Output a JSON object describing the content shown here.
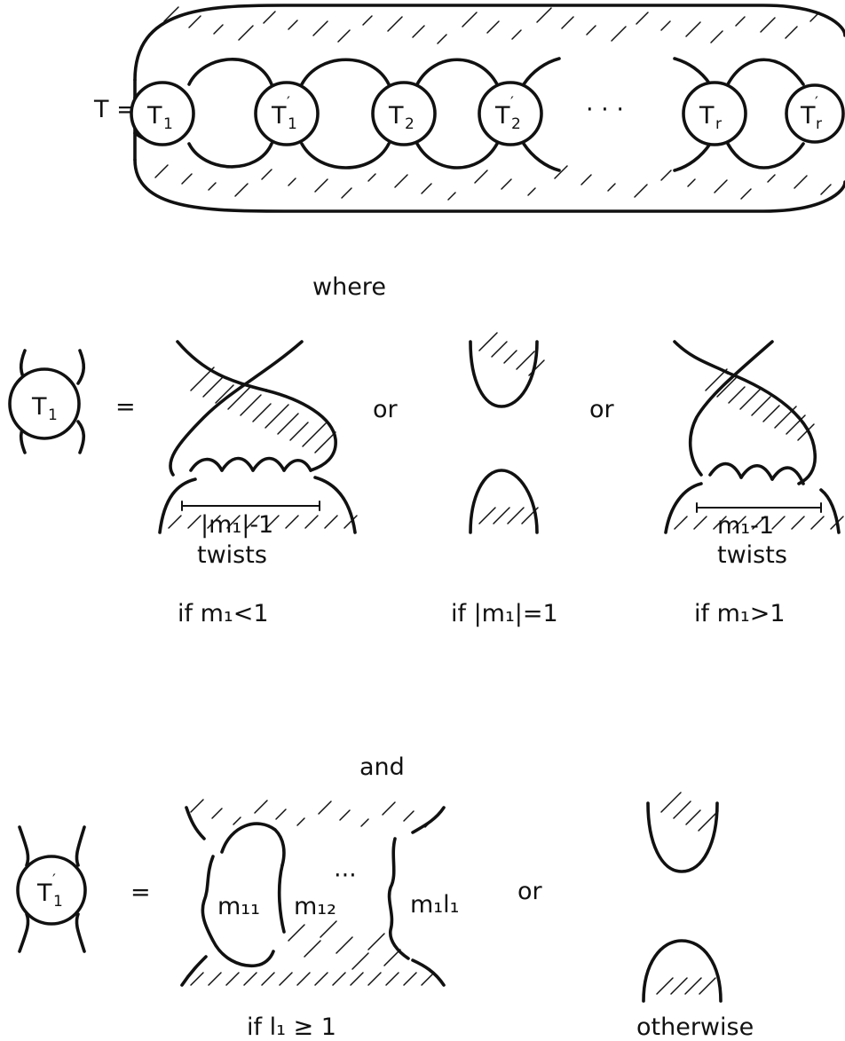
{
  "equation": {
    "lhs": "T =",
    "tangles": [
      {
        "base": "T",
        "sub": "1",
        "prime": false
      },
      {
        "base": "T",
        "sub": "1",
        "prime": true
      },
      {
        "base": "T",
        "sub": "2",
        "prime": false
      },
      {
        "base": "T",
        "sub": "2",
        "prime": true
      },
      {
        "base": "T",
        "sub": "r",
        "prime": false
      },
      {
        "base": "T",
        "sub": "r",
        "prime": true
      }
    ],
    "ellipsis": "· · ·"
  },
  "where_text": "where",
  "and_text": "and",
  "row1": {
    "symbol": {
      "base": "T",
      "sub": "1"
    },
    "equals": "=",
    "or": "or",
    "case_neg": {
      "twist_label": "|m₁|-1",
      "twists_word": "twists",
      "condition": "if m₁<1"
    },
    "case_one": {
      "condition": "if |m₁|=1"
    },
    "case_pos": {
      "twist_label": "m₁-1",
      "twists_word": "twists",
      "condition": "if m₁>1"
    }
  },
  "row2": {
    "symbol": {
      "base": "T",
      "sub": "1",
      "prime": true
    },
    "equals": "=",
    "or": "or",
    "strand_labels": [
      "m₁₁",
      "m₁₂",
      "m₁l₁"
    ],
    "dots": "···",
    "case_main": {
      "condition": "if l₁ ≥ 1"
    },
    "case_other": {
      "condition": "otherwise"
    }
  }
}
